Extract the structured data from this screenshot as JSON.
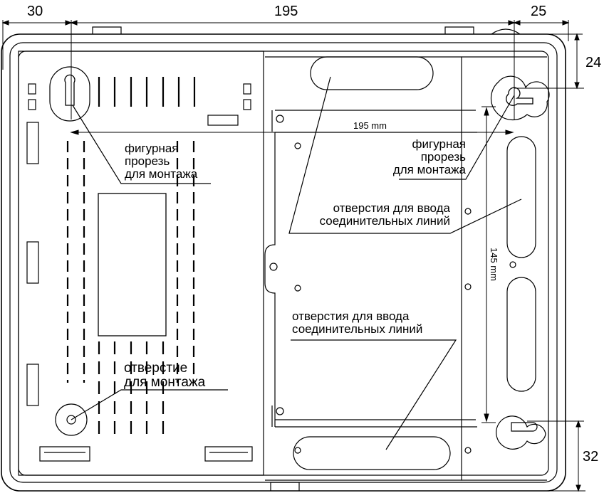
{
  "dimensions": {
    "left_margin": "30",
    "hole_spacing": "195",
    "right_margin": "25",
    "top_offset": "24",
    "bottom_offset": "32"
  },
  "inner_dimensions": {
    "horizontal": "195 mm",
    "vertical": "145 mm"
  },
  "callouts": {
    "keyhole_left": [
      "фигурная",
      "прорезь",
      "для монтажа"
    ],
    "keyhole_right": [
      "фигурная",
      "прорезь",
      "для монтажа"
    ],
    "cable_entry_top": [
      "отверстия для ввода",
      "соединительных линий"
    ],
    "cable_entry_bottom": [
      "отверстия для ввода",
      "соединительных линий"
    ],
    "mount_hole": [
      "отверстие",
      "для монтажа"
    ]
  }
}
